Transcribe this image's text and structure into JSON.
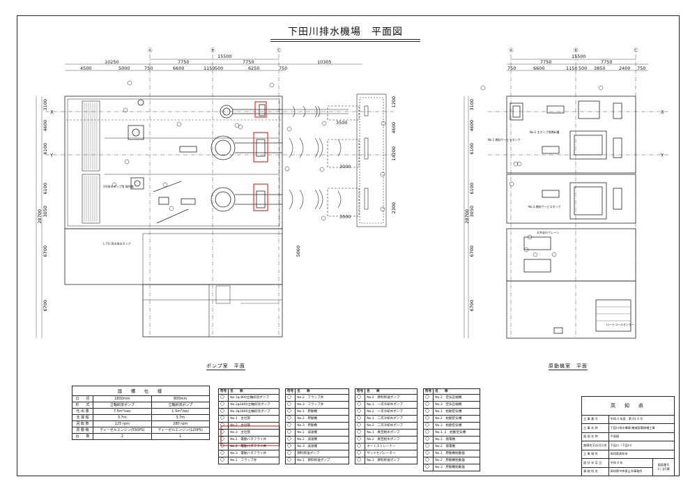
{
  "title": "下田川排水機場　平面図",
  "plans": {
    "left_caption": "ポンプ室　平面",
    "right_caption": "原動機室　平面"
  },
  "grid_labels": [
    "Ⓐ",
    "Ⓑ",
    "Ⓒ",
    "Ⓐ",
    "Ⓑ",
    "Ⓒ"
  ],
  "axis_labels": {
    "x": "X",
    "y": "Y"
  },
  "left_dims_top": {
    "overall": "15500",
    "row1": [
      "10250",
      "7750",
      "7750",
      "10305"
    ],
    "row2": [
      "4500",
      "5000",
      "750",
      "6600",
      "1150",
      "500",
      "6250",
      "750"
    ]
  },
  "left_dims_side": [
    "3100",
    "4600",
    "6100",
    "6100",
    "3050",
    "28700",
    "6700",
    "6700"
  ],
  "left_dims_right": [
    "1200",
    "4600",
    "3500",
    "3000",
    "14200",
    "3000",
    "2300",
    "5060"
  ],
  "right_dims_top": {
    "overall": "15500",
    "row1": [
      "7750",
      "7750"
    ],
    "row2": [
      "750",
      "6600",
      "1150",
      "500",
      "3850",
      "2400",
      "750"
    ]
  },
  "right_dims_side": [
    "3100",
    "4600",
    "6100",
    "6100",
    "3050",
    "28700",
    "6700",
    "6700"
  ],
  "spec_table": {
    "caption": "設　備　仕　様",
    "rows": [
      [
        "口　　径",
        "1800mm",
        "800mm"
      ],
      [
        "形　　式",
        "立軸斜流ポンプ",
        "立軸斜流ポンプ"
      ],
      [
        "吐 出 量",
        "7.5m³/sec",
        "1.5m³/sec"
      ],
      [
        "全 揚 程",
        "3.7m",
        "3.7m"
      ],
      [
        "回 転 数",
        "125 rpm",
        "280 rpm"
      ],
      [
        "原 動 機",
        "ディーゼルエンジン(550PS)",
        "ディーゼルエンジン(120PS)"
      ],
      [
        "台　　数",
        "2",
        "1"
      ]
    ]
  },
  "legend_tables": [
    {
      "header": [
        "符号",
        "名　　称"
      ],
      "rows": [
        "No.1φ 800立軸斜流ポンプ",
        "No.2φ1800立軸斜流ポンプ",
        "No.3φ1800立軸斜流ポンプ",
        "No.1　主吐管",
        "No.2　主吐管",
        "No.3　主吐管",
        "No.1　電動バタフライ弁",
        "No.2　電動バタフライ弁",
        "No.3　電動バタフライ弁",
        "No.1　フラップ弁"
      ]
    },
    {
      "header": [
        "符号",
        "名　　称"
      ],
      "rows": [
        "No.2　フラップ弁",
        "No.3　フラップ弁",
        "No.1　原動機",
        "No.2　原動機",
        "No.3　原動機",
        "No.1　減速機",
        "No.2　減速機",
        "No.3　減速機",
        "燃料移送ポンプ",
        "No.1　燃料移送ポンプ"
      ]
    },
    {
      "header": [
        "符号",
        "名　　称"
      ],
      "rows": [
        "No.2　燃料移送ポンプ",
        "No.1　一次冷却水ポンプ",
        "No.2　一次冷却水ポンプ",
        "No.1　二次冷却水ポンプ",
        "No.2　二次冷却水ポンプ",
        "No.1　真空給水ポンプ",
        "No.2　真空給水ポンプ",
        "オートストレーナー",
        "サンドセパレーター",
        "No.1　燃料移送ポンプ"
      ]
    },
    {
      "header": [
        "符号",
        "名　　称"
      ],
      "rows": [
        "No.2　空気圧縮機",
        "No.3　空気圧縮機",
        "No.1　始動空気槽",
        "No.2　始動空気槽",
        "No.3　始動空気槽",
        "No.1, 2　始動空気槽",
        "No.1　発電機",
        "No.2　発電機",
        "No.1　原動機始動盤",
        "No.2　原動機始動盤",
        "No.3　原動機始動盤"
      ]
    }
  ],
  "title_block": {
    "owner": "高　知　県",
    "rows": [
      [
        "工 事 番 号",
        "令和 4 年度　第 01-3 号"
      ],
      [
        "工 事 名 称",
        "下田川排水機場 機械設備修繕工事"
      ],
      [
        "図 面 名 称",
        "平面図"
      ],
      [
        "路線名又は河川名",
        "下田川（下田川）"
      ],
      [
        "工 事 場 所",
        "高知県高知市"
      ],
      [
        "設 計 年 月 日",
        "令和 4 年"
      ],
      [
        "事 務 所 名",
        "高知県中央東土木事務所"
      ]
    ],
    "side_labels": [
      "図面番号",
      "全",
      "葉"
    ],
    "side_values": [
      "3",
      "5"
    ]
  },
  "plan_labels": {
    "left_notes": [
      "L.7号 雨水排水ポンプ",
      "3号排水ポンプ用 操作盤"
    ],
    "right_notes": [
      "No.2 主ポンプ用燃料槽",
      "No.1 燃料サービスタンク",
      "No.3 燃料サービスタンク",
      "天井走行クレーン",
      "ロードコールセンター"
    ]
  },
  "colors": {
    "line": "#222222",
    "highlight": "#e03030",
    "bg": "#ffffff"
  }
}
